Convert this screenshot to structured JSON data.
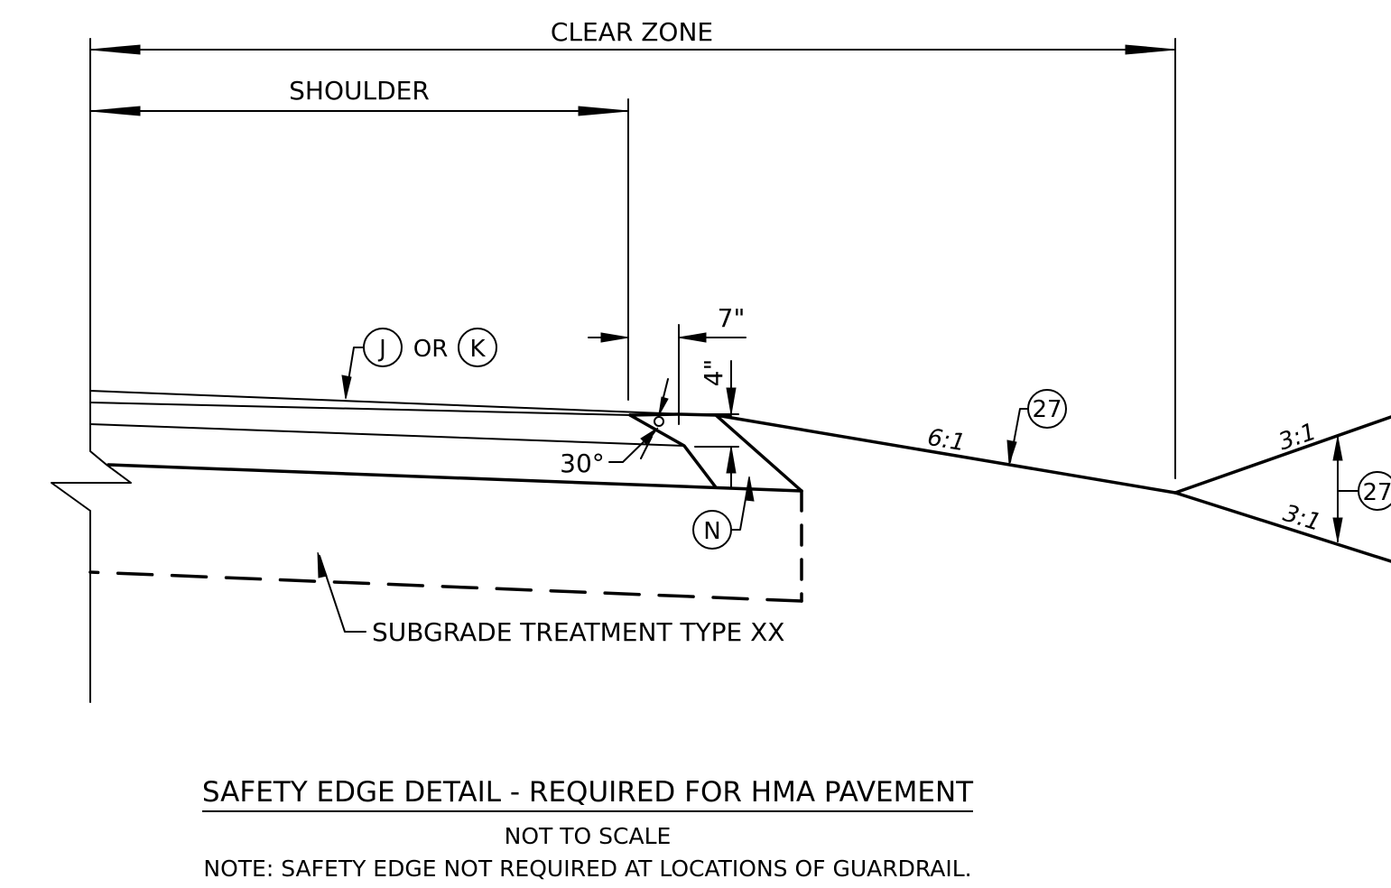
{
  "dimensions": {
    "clear_zone": "CLEAR ZONE",
    "shoulder": "SHOULDER",
    "width_7in": "7\"",
    "depth_4in": "4\"",
    "angle": "30°"
  },
  "callouts": {
    "j": "J",
    "or": "OR",
    "k": "K",
    "n": "N",
    "item_27_top": "27",
    "item_27_right": "27",
    "subgrade": "SUBGRADE TREATMENT TYPE XX"
  },
  "slopes": {
    "foreslope": "6:1",
    "backslope_upper": "3:1",
    "backslope_lower": "3:1"
  },
  "captions": {
    "title": "SAFETY EDGE DETAIL - REQUIRED FOR HMA PAVEMENT",
    "scale": "NOT TO SCALE",
    "note": "NOTE: SAFETY EDGE NOT REQUIRED AT LOCATIONS OF GUARDRAIL."
  }
}
